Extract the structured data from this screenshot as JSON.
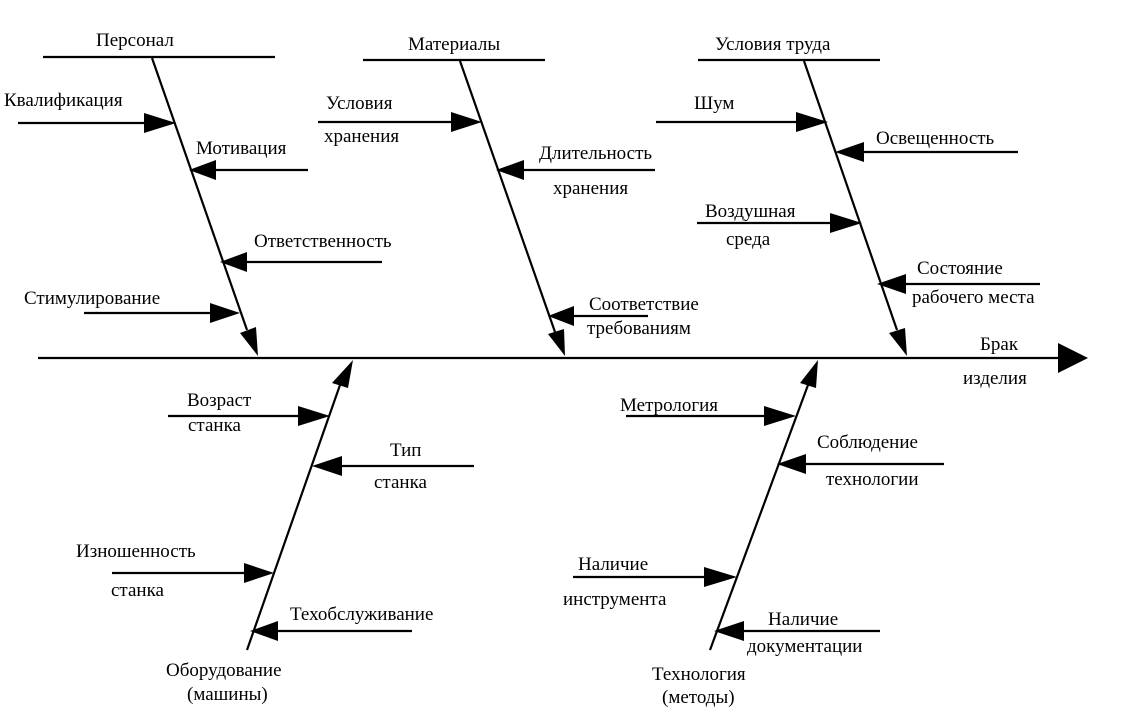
{
  "effect": {
    "line1": "Брак",
    "line2": "изделия"
  },
  "categories": {
    "personnel": "Персонал",
    "materials": "Материалы",
    "conditions": "Условия труда",
    "equipment": {
      "line1": "Оборудование",
      "line2": "(машины)"
    },
    "technology": {
      "line1": "Технология",
      "line2": "(методы)"
    }
  },
  "causes": {
    "personnel": [
      "Квалификация",
      "Мотивация",
      "Ответственность",
      "Стимулирование"
    ],
    "materials": [
      {
        "line1": "Условия",
        "line2": "хранения"
      },
      {
        "line1": "Длительность",
        "line2": "хранения"
      },
      {
        "line1": "Соответствие",
        "line2": "требованиям"
      }
    ],
    "conditions": [
      "Шум",
      "Освещенность",
      {
        "line1": "Воздушная",
        "line2": "среда"
      },
      {
        "line1": "Состояние",
        "line2": "рабочего места"
      }
    ],
    "equipment": [
      {
        "line1": "Возраст",
        "line2": "станка"
      },
      {
        "line1": "Тип",
        "line2": "станка"
      },
      {
        "line1": "Изношенность",
        "line2": "станка"
      },
      "Техобслуживание"
    ],
    "technology": [
      "Метрология",
      {
        "line1": "Соблюдение",
        "line2": "технологии"
      },
      {
        "line1": "Наличие",
        "line2": "инструмента"
      },
      {
        "line1": "Наличие",
        "line2": "документации"
      }
    ]
  }
}
